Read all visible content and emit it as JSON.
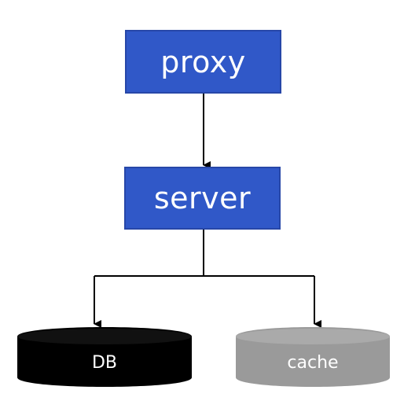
{
  "diagram": {
    "nodes": {
      "proxy": "proxy",
      "server": "server",
      "db": "DB",
      "cache": "cache"
    },
    "colors": {
      "box_fill": "#3058c8",
      "box_border": "#2747a8",
      "db_fill": "#000000",
      "cache_fill": "#9a9a9a",
      "edge": "#000000"
    }
  }
}
